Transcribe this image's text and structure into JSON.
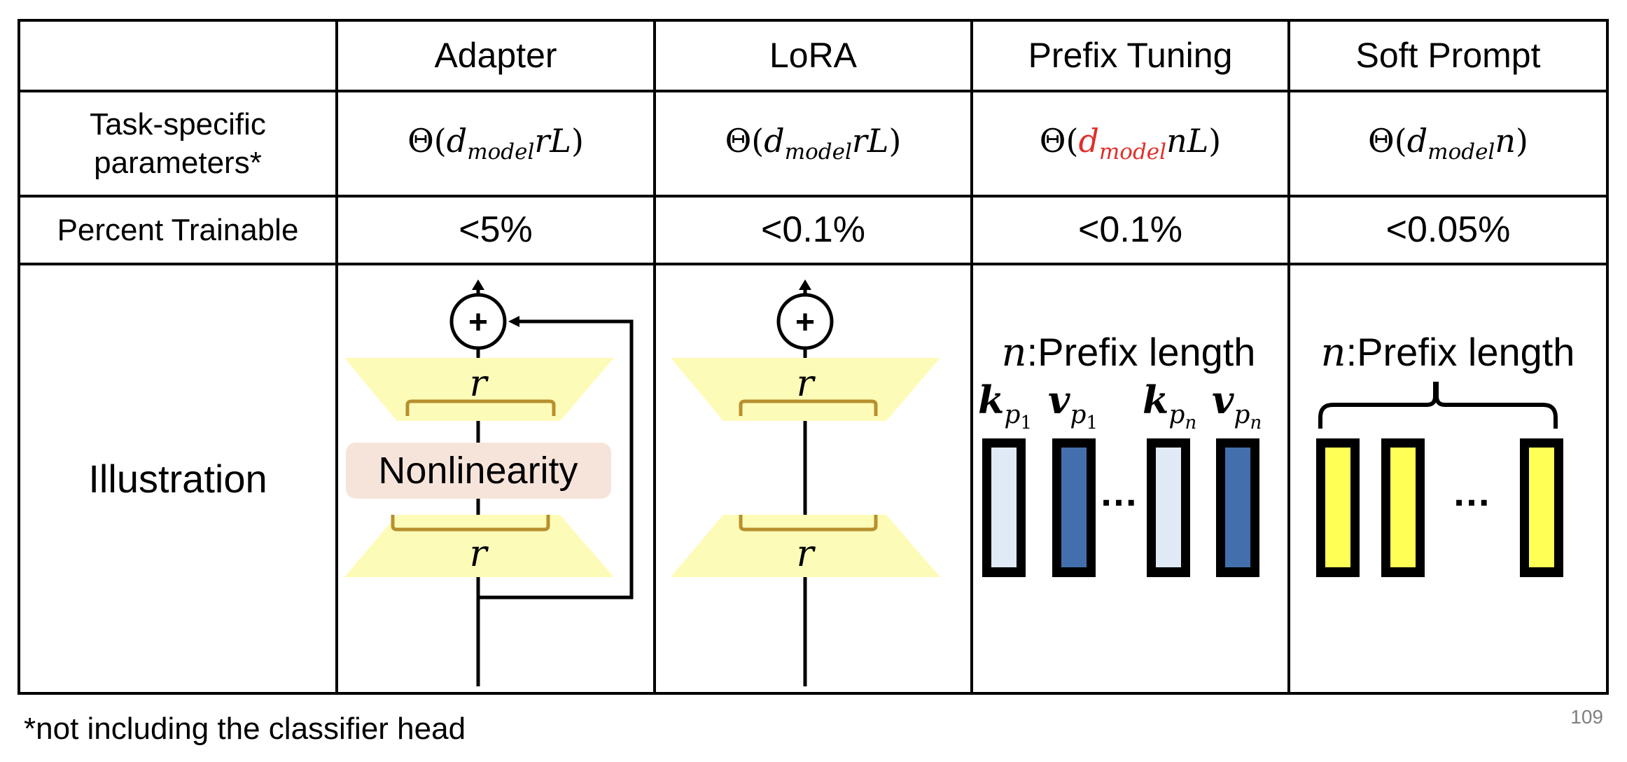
{
  "table": {
    "columns": [
      "",
      "Adapter",
      "LoRA",
      "Prefix Tuning",
      "Soft Prompt"
    ],
    "rows": {
      "params": {
        "label_line1": "Task-specific",
        "label_line2": "parameters*",
        "cells": [
          {
            "theta": "Θ(",
            "d": "d",
            "sub": "model",
            "rest": "rL",
            "close": ")",
            "d_highlight": false
          },
          {
            "theta": "Θ(",
            "d": "d",
            "sub": "model",
            "rest": "rL",
            "close": ")",
            "d_highlight": false
          },
          {
            "theta": "Θ(",
            "d": "d",
            "sub": "model",
            "rest": "nL",
            "close": ")",
            "d_highlight": true
          },
          {
            "theta": "Θ(",
            "d": "d",
            "sub": "model",
            "rest": "n",
            "close": ")",
            "d_highlight": false
          }
        ]
      },
      "percent": {
        "label": "Percent Trainable",
        "cells": [
          "<5%",
          "<0.1%",
          "<0.1%",
          "<0.05%"
        ]
      },
      "illustration": {
        "label": "Illustration",
        "adapter": {
          "rank_top": "r",
          "rank_bottom": "r",
          "nonlinearity": "Nonlinearity",
          "add_symbol": "+"
        },
        "lora": {
          "rank_top": "r",
          "rank_bottom": "r",
          "add_symbol": "+"
        },
        "prefix": {
          "caption_var": "n",
          "caption_text": ":Prefix length",
          "vectors": [
            {
              "sym": "k",
              "sub": "p",
              "subsub": "1",
              "kind": "key"
            },
            {
              "sym": "v",
              "sub": "p",
              "subsub": "1",
              "kind": "value"
            },
            {
              "sym": "k",
              "sub": "p",
              "subsub": "n",
              "kind": "key"
            },
            {
              "sym": "v",
              "sub": "p",
              "subsub": "n",
              "kind": "value"
            }
          ],
          "ellipsis": "…"
        },
        "soft_prompt": {
          "caption_var": "n",
          "caption_text": ":Prefix length",
          "ellipsis": "…"
        }
      }
    }
  },
  "colors": {
    "trapezoid": "#fdfbb8",
    "bracket": "#b8902e",
    "nonlinearity_box": "#f6e4da",
    "key_fill": "#dfeaf6",
    "value_fill": "#4370ad",
    "prompt_fill": "#ffff55",
    "highlight_red": "#e0302a",
    "page_number": "#7f7f7f"
  },
  "footnote": "*not including the classifier head",
  "page_number": "109"
}
